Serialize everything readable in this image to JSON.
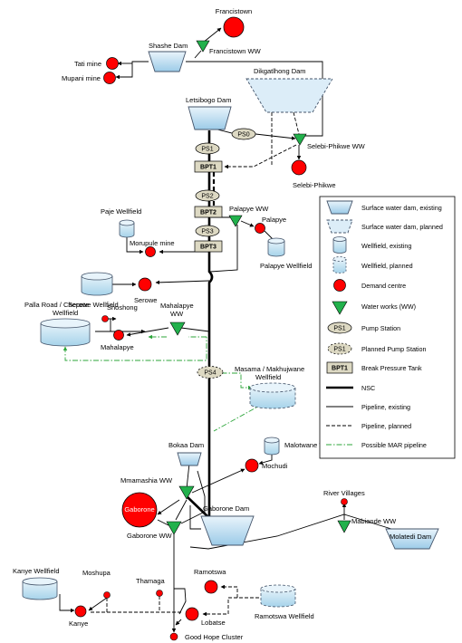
{
  "nodes": {
    "francistown": "Francistown",
    "francistown_ww": "Francistown WW",
    "shashe_dam": "Shashe Dam",
    "tati_mine": "Tati mine",
    "mupani_mine": "Mupani mine",
    "dikgatlhong_dam": "Dikgatlhong Dam",
    "letsibogo_dam": "Letsibogo Dam",
    "selebi_phikwe_ww": "Selebi-Phikwe WW",
    "selebi_phikwe": "Selebi-Phikwe",
    "ps0": "PS0",
    "ps1": "PS1",
    "bpt1": "BPT1",
    "ps2": "PS2",
    "bpt2": "BPT2",
    "ps3": "PS3",
    "bpt3": "BPT3",
    "ps4": "PS4",
    "palapye_ww": "Palapye WW",
    "palapye": "Palapye",
    "palapye_wellfield": "Palapye Wellfield",
    "paje_wellfield": "Paje Wellfield",
    "morupule_mine": "Morupule mine",
    "serowe_wellfield": "Serowe Wellfield",
    "serowe": "Serowe",
    "palla_road_line1": "Palla Road / Chepete",
    "palla_road_line2": "Wellfield",
    "shoshong": "Shoshong",
    "mahalapye": "Mahalapye",
    "mahalapye_ww_line1": "Mahalapye",
    "mahalapye_ww_line2": "WW",
    "masama_line1": "Masama / Makhujwane",
    "masama_line2": "Wellfield",
    "bokaa_dam": "Bokaa Dam",
    "malotwane_wellfield": "Malotwane Wellfield",
    "mochudi": "Mochudi",
    "mmamashia_ww": "Mmamashia WW",
    "gaborone": "Gaborone",
    "gaborone_ww": "Gaborone WW",
    "gaborone_dam": "Gaborone Dam",
    "river_villages": "River Villages",
    "mabiande_ww": "Mabiande WW",
    "molatedi_dam": "Molatedi Dam",
    "kanye_wellfield": "Kanye Wellfield",
    "moshupa": "Moshupa",
    "thamaga": "Thamaga",
    "kanye": "Kanye",
    "ramotswa": "Ramotswa",
    "ramotswa_wellfield": "Ramotswa Wellfield",
    "lobatse": "Lobatse",
    "good_hope": "Good Hope Cluster"
  },
  "legend": {
    "dam_existing": "Surface water dam, existing",
    "dam_planned": "Surface water dam, planned",
    "wellfield_existing": "Wellfield, existing",
    "wellfield_planned": "Wellfield, planned",
    "demand_centre": "Demand centre",
    "water_works": "Water works (WW)",
    "ps_symbol": "PS1",
    "pump_station": "Pump Station",
    "planned_ps_symbol": "PS1",
    "planned_pump_station": "Planned Pump Station",
    "bpt_symbol": "BPT1",
    "break_pressure_tank": "Break Pressure Tank",
    "nsc": "NSC",
    "pipeline_existing": "Pipeline, existing",
    "pipeline_planned": "Pipeline, planned",
    "mar_pipeline": "Possible MAR pipeline"
  },
  "colors": {
    "demand_fill": "#ff0000",
    "water_works_fill": "#22b14c",
    "dam_fill": "#c7e3f4",
    "dam_stroke": "#44546a",
    "ps_fill": "#ddd9c3",
    "bpt_fill": "#ddd9c3",
    "mar_line": "#2ca53a"
  }
}
